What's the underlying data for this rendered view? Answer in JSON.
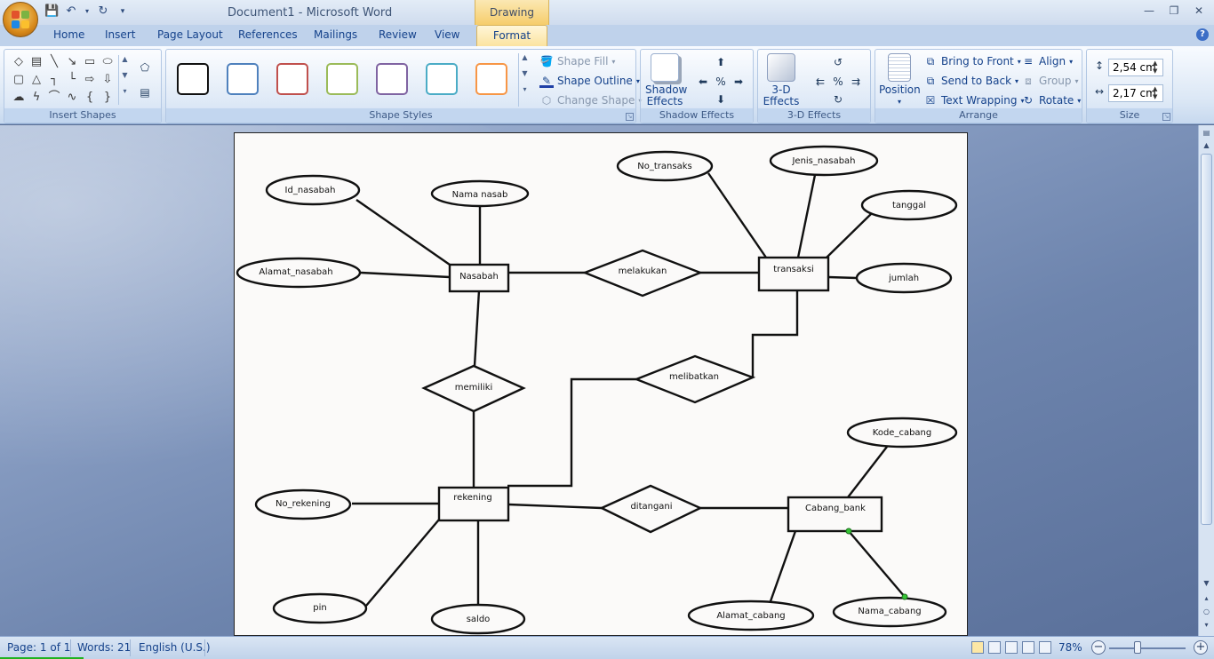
{
  "window": {
    "title": "Document1 - Microsoft Word",
    "contextual_tab_group": "Drawing Tools"
  },
  "tabs": [
    "Home",
    "Insert",
    "Page Layout",
    "References",
    "Mailings",
    "Review",
    "View"
  ],
  "active_tab": "Format",
  "ribbon": {
    "groups": {
      "insert_shapes": "Insert Shapes",
      "shape_styles": "Shape Styles",
      "shadow_effects": "Shadow Effects",
      "three_d_effects": "3-D Effects",
      "arrange": "Arrange",
      "size": "Size"
    },
    "shape_style_colors": [
      "#111111",
      "#4f81bd",
      "#c0504d",
      "#9bbb59",
      "#8064a2",
      "#4bacc6",
      "#f79646"
    ],
    "shape_fill": "Shape Fill",
    "shape_outline": "Shape Outline",
    "change_shape": "Change Shape",
    "shadow_effects_line1": "Shadow",
    "shadow_effects_line2": "Effects",
    "three_d_line1": "3-D",
    "three_d_line2": "Effects",
    "position": "Position",
    "bring_to_front": "Bring to Front",
    "send_to_back": "Send to Back",
    "text_wrapping": "Text Wrapping",
    "align": "Align",
    "group": "Group",
    "rotate": "Rotate",
    "height": "2,54 cm",
    "width": "2,17 cm"
  },
  "diagram": {
    "entities": {
      "nasabah": "Nasabah",
      "transaksi": "transaksi",
      "rekening": "rekening",
      "cabang_bank": "Cabang_bank"
    },
    "relationships": {
      "melakukan": "melakukan",
      "memiliki": "memiliki",
      "melibatkan": "melibatkan",
      "ditangani": "ditangani"
    },
    "attributes": {
      "id_nasabah": "Id_nasabah",
      "nama_nasabah": "Nama  nasab",
      "alamat_nasabah": "Alamat_nasabah",
      "no_transaks": "No_transaks",
      "jenis_nasabah": "Jenis_nasabah",
      "tanggal": "tanggal",
      "jumlah": "jumlah",
      "no_rekening": "No_rekening",
      "pin": "pin",
      "saldo": "saldo",
      "kode_cabang": "Kode_cabang",
      "alamat_cabang": "Alamat_cabang",
      "nama_cabang": "Nama_cabang"
    }
  },
  "status_bar": {
    "page": "Page: 1 of 1",
    "words": "Words: 21",
    "language": "English (U.S.)",
    "zoom": "78%",
    "zoom_level": 0.78
  }
}
